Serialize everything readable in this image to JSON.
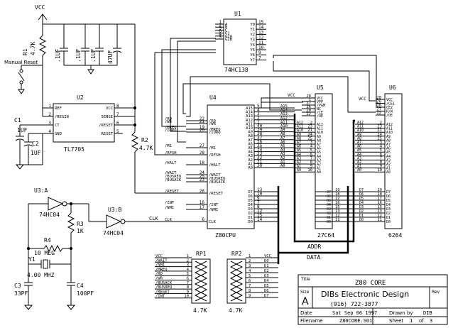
{
  "power": {
    "vcc": "VCC"
  },
  "resistors": {
    "r1": {
      "ref": "R1",
      "value": "4.7K"
    },
    "r2": {
      "ref": "R2",
      "value": "4.7K"
    },
    "r3": {
      "ref": "R3",
      "value": "1K"
    },
    "r4": {
      "ref": "R4",
      "value": "10 MEG"
    }
  },
  "capacitors": {
    "decoupling": [
      ".1UF",
      ".1UF",
      ".1UF",
      "47UF"
    ],
    "c1": {
      "ref": "C1",
      "value": "1UF"
    },
    "c2": {
      "ref": "C2",
      "value": "1UF"
    },
    "c3": {
      "ref": "C3",
      "value": "33PF"
    },
    "c4": {
      "ref": "C4",
      "value": "100PF"
    }
  },
  "switch": {
    "label": "Manual Reset"
  },
  "crystal": {
    "ref": "Y1",
    "value": "4.00 MHZ"
  },
  "u1": {
    "ref": "U1",
    "part": "74HC138",
    "left_pins": [
      "1",
      "2",
      "3",
      "6",
      "4",
      "5"
    ],
    "left_names": [
      "A",
      "B",
      "C",
      "G1",
      "G2A",
      "G2B"
    ],
    "right_pins": [
      "15",
      "14",
      "13",
      "12",
      "11",
      "10",
      "9",
      "7"
    ],
    "right_names": [
      "Y0",
      "Y1",
      "Y2",
      "Y3",
      "Y4",
      "Y5",
      "Y6",
      "Y7"
    ]
  },
  "u2": {
    "ref": "U2",
    "part": "TL7705",
    "left_pins": [
      "1",
      "2",
      "3",
      "4"
    ],
    "left_names": [
      "REF",
      "/RESIN",
      "CT",
      "GND"
    ],
    "right_pins": [
      "8",
      "7",
      "6",
      "5"
    ],
    "right_names": [
      "VCC",
      "SENSE",
      "/RESET",
      "RESET"
    ]
  },
  "u3": {
    "a": {
      "ref": "U3:A",
      "part": "74HC04"
    },
    "b": {
      "ref": "U3:B",
      "part": "74HC04"
    }
  },
  "u4": {
    "ref": "U4",
    "part": "Z80CPU",
    "left_pins": [
      "22",
      "21",
      "19",
      "20",
      "27",
      "28",
      "18",
      "24",
      "25",
      "23",
      "26",
      "16",
      "17",
      "6"
    ],
    "left_names": [
      "/RD",
      "/WR",
      "/MREQ",
      "/IORQ",
      "/M1",
      "/RFSH",
      "/HALT",
      "/WAIT",
      "/BUSREQ",
      "/BUSACK",
      "/RESET",
      "/INT",
      "/NMI",
      "CLK"
    ],
    "left_signals": [
      "/RD",
      "/WR",
      "/MREQ",
      "/IORQ",
      "/M1",
      "/RFSH",
      "/HALT",
      "/WAIT",
      "/BUSREQ",
      "/BUSACK",
      "/RESET",
      "/INT",
      "/NMI",
      "CLK"
    ],
    "addr_pins": [
      "5",
      "4",
      "3",
      "2",
      "1",
      "40",
      "39",
      "38",
      "37",
      "36",
      "35",
      "34",
      "33",
      "32",
      "31",
      "30"
    ],
    "addr_names": [
      "A15",
      "A14",
      "A13",
      "A12",
      "A11",
      "A10",
      "A9",
      "A8",
      "A7",
      "A6",
      "A5",
      "A4",
      "A3",
      "A2",
      "A1",
      "A0"
    ],
    "data_pins": [
      "13",
      "10",
      "9",
      "7",
      "8",
      "12",
      "15",
      "14"
    ],
    "data_names": [
      "D7",
      "D6",
      "D5",
      "D4",
      "D3",
      "D2",
      "D1",
      "D0"
    ]
  },
  "u5": {
    "ref": "U5",
    "part": "27C64",
    "top_pins": [
      "28",
      "1",
      "27",
      "26",
      "20",
      "22"
    ],
    "top_names": [
      "VCC",
      "VPP",
      "/PGM",
      "NC",
      "/CE",
      "/OE"
    ],
    "addr_pins": [
      "2",
      "23",
      "21",
      "24",
      "25",
      "3",
      "4",
      "5",
      "6",
      "7",
      "8",
      "9",
      "10"
    ],
    "addr_names": [
      "A12",
      "A11",
      "A10",
      "A9",
      "A8",
      "A7",
      "A6",
      "A5",
      "A4",
      "A3",
      "A2",
      "A1",
      "A0"
    ],
    "data_pins": [
      "19",
      "18",
      "17",
      "16",
      "15",
      "13",
      "12",
      "11"
    ],
    "data_names": [
      "O7",
      "O6",
      "O5",
      "O4",
      "O3",
      "O2",
      "O1",
      "O0"
    ]
  },
  "u6": {
    "ref": "U6",
    "part": "6264",
    "top_pins": [
      "28",
      "20",
      "26",
      "27",
      "22"
    ],
    "top_names": [
      "VCC",
      "/CE1",
      "CE2",
      "R/W",
      "/OE"
    ],
    "addr_pins": [
      "2",
      "23",
      "21",
      "24",
      "25",
      "3",
      "4",
      "5",
      "6",
      "7",
      "8",
      "9",
      "10"
    ],
    "addr_names": [
      "A12",
      "A11",
      "A10",
      "A9",
      "A8",
      "A7",
      "A6",
      "A5",
      "A4",
      "A3",
      "A2",
      "A1",
      "A0"
    ],
    "data_pins": [
      "19",
      "18",
      "17",
      "16",
      "15",
      "13",
      "12",
      "11"
    ],
    "data_names": [
      "D7",
      "D6",
      "D5",
      "D4",
      "D3",
      "D2",
      "D1",
      "D0"
    ]
  },
  "resistor_packs": {
    "rp1": {
      "ref": "RP1",
      "value": "4.7K",
      "signals": [
        "VCC",
        "/WAIT",
        "/NMI",
        "/MREQ",
        "/RD",
        "/WR",
        "/BUSACK",
        "/BUSREQ",
        "/RESET",
        "/INT"
      ],
      "pins": [
        "1",
        "2",
        "3",
        "4",
        "5",
        "6",
        "7",
        "8",
        "9",
        "10"
      ]
    },
    "rp2": {
      "ref": "RP2",
      "value": "4.7K",
      "signals": [
        "VCC",
        "D0",
        "D1",
        "D2",
        "D3",
        "D4",
        "D5",
        "D6",
        "D7"
      ],
      "pins": [
        "1",
        "2",
        "3",
        "4",
        "5",
        "6",
        "7",
        "8",
        "9"
      ]
    }
  },
  "buses": {
    "addr": "ADDR",
    "data": "DATA"
  },
  "title_block": {
    "title_label": "Title",
    "title": "Z80 CORE",
    "size_label": "Size",
    "size": "A",
    "company": "DIBs Electronic Design",
    "phone": "(916) 722-3877",
    "rev_label": "Rev",
    "date_label": "Date",
    "date": "Sat Sep 06 1997",
    "drawn_label": "Drawn by",
    "drawn": "DIB",
    "file_label": "Filename",
    "file": "Z80CORE.S01",
    "sheet_label": "Sheet",
    "sheet": "1",
    "of_label": "of",
    "sheets": "3"
  }
}
